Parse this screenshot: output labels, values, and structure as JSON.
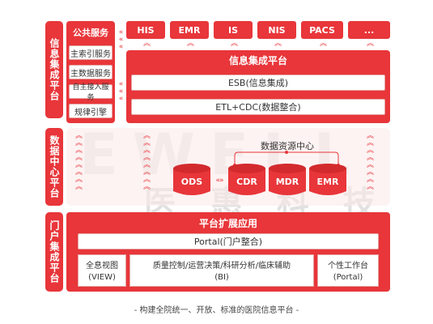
{
  "side_labels": {
    "info": "信息集成平台",
    "data": "数据中心平台",
    "portal": "门户集成平台"
  },
  "public_services": {
    "title": "公共服务",
    "items": [
      "主索引服务",
      "主数据服务",
      "自主接入服务",
      "规律引擎"
    ]
  },
  "systems": [
    "HIS",
    "EMR",
    "IS",
    "NIS",
    "PACS",
    "..."
  ],
  "integration": {
    "title": "信息集成平台",
    "esb": "ESB(信息集成)",
    "etl": "ETL+CDC(数据整合)"
  },
  "data_center": {
    "title": "数据资源中心",
    "ods": "ODS",
    "stores": [
      "CDR",
      "MDR",
      "EMR"
    ]
  },
  "watermark": {
    "latin": "EWELL",
    "chinese": "医 惠 科 技"
  },
  "portal": {
    "title": "平台扩展应用",
    "portal_box": "Portal(门户整合)",
    "apps": [
      {
        "line1": "全息视图",
        "line2": "(VIEW)"
      },
      {
        "line1": "质量控制/运营决策/科研分析/临床辅助",
        "line2": "(BI)"
      },
      {
        "line1": "个性工作台",
        "line2": "(Portal)"
      }
    ]
  },
  "caption": "- 构建全院统一、开放、标准的医院信息平台 -",
  "colors": {
    "accent": "#e8363a",
    "panel": "#fbe9e9"
  }
}
